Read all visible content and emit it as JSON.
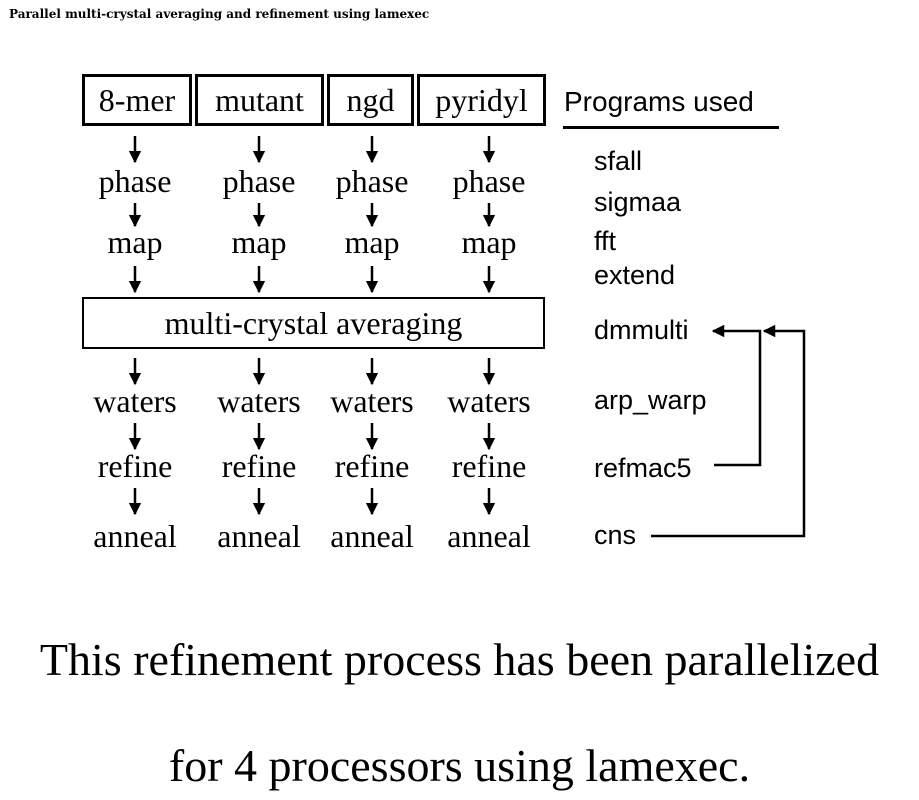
{
  "header": {
    "title": "Parallel multi-crystal averaging and refinement using lamexec"
  },
  "diagram": {
    "crystals": [
      "8-mer",
      "mutant",
      "ngd",
      "pyridyl"
    ],
    "steps_before": [
      "phase",
      "map"
    ],
    "averaging_label": "multi-crystal averaging",
    "steps_after": [
      "waters",
      "refine",
      "anneal"
    ],
    "programs_title": "Programs used",
    "programs": [
      "sfall",
      "sigmaa",
      "fft",
      "extend",
      "dmmulti",
      "arp_warp",
      "refmac5",
      "cns"
    ]
  },
  "caption": {
    "line1": "This refinement process has been parallelized",
    "line2": "for 4 processors using lamexec."
  }
}
